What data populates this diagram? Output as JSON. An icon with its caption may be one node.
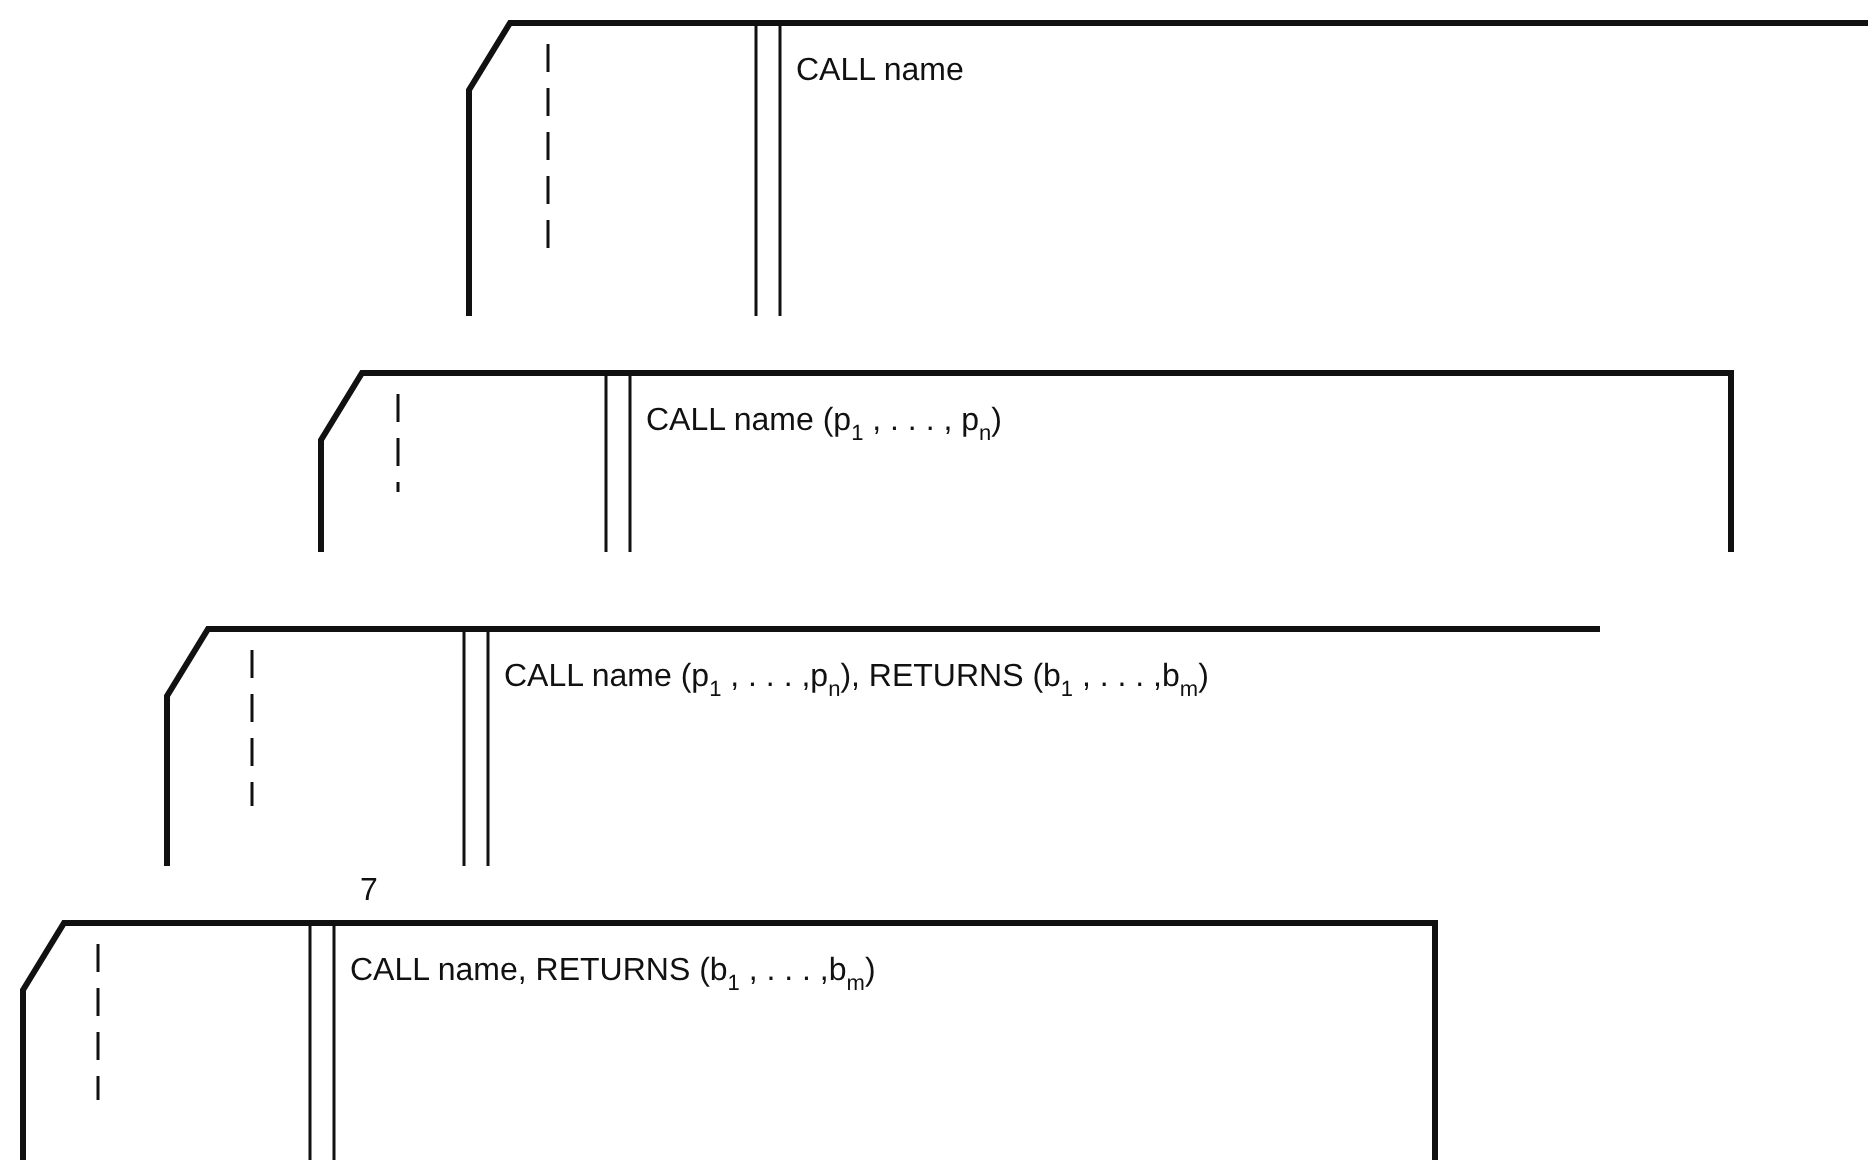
{
  "diagram": {
    "nodes": [
      {
        "text": [
          "CALL name"
        ]
      },
      {
        "text": [
          "CALL name (p$_{1}$ , . . . , p$_{n}$)"
        ]
      },
      {
        "text": [
          "CALL name (p$_{1}$ , . . . ,p$_{n}$), RETURNS (b$_{1}$ , . . . ,b$_{m}$)"
        ]
      },
      {
        "text": [
          "CALL name, RETURNS (b$_{1}$ , . . . ,b$_{m}$)"
        ]
      }
    ],
    "labels": [
      "7"
    ]
  }
}
